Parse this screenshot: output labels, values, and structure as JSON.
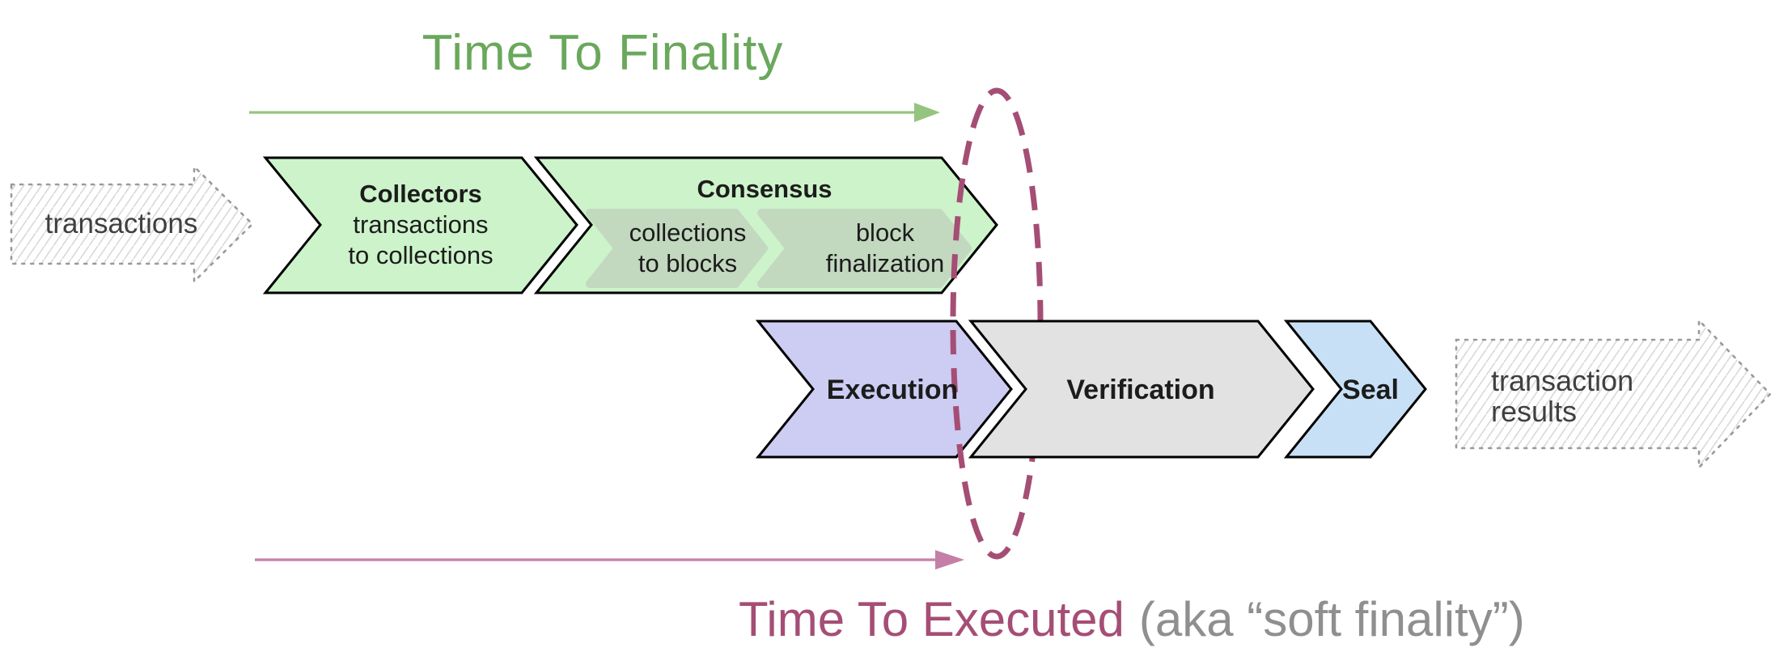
{
  "title_top": {
    "label": "Time To Finality"
  },
  "title_bottom": {
    "label": "Time To Executed",
    "suffix": "(aka “soft finality”)"
  },
  "input_arrow": {
    "label": "transactions"
  },
  "output_arrow": {
    "line1": "transaction",
    "line2": "results"
  },
  "stages": {
    "collectors": {
      "title": "Collectors",
      "line1": "transactions",
      "line2": "to collections"
    },
    "consensus": {
      "title": "Consensus",
      "sub1": {
        "line1": "collections",
        "line2": "to blocks"
      },
      "sub2": {
        "line1": "block",
        "line2": "finalization"
      }
    },
    "execution": {
      "title": "Execution"
    },
    "verification": {
      "title": "Verification"
    },
    "seal": {
      "title": "Seal"
    }
  },
  "colors": {
    "finality_green": "#6aa85c",
    "timeline_green": "#94c47e",
    "stage_green": "#cdf3ca",
    "substage_green": "#c2d8bf",
    "execution_purple": "#cdccf3",
    "verification_gray": "#e2e2e2",
    "seal_blue": "#c8e0f6",
    "executed_maroon": "#a54e75",
    "timeline_pink": "#c57fa7",
    "sketch_outline": "#9a9a9a",
    "sketch_hatch": "#d8d8d8",
    "chevron_outline": "#000000"
  }
}
